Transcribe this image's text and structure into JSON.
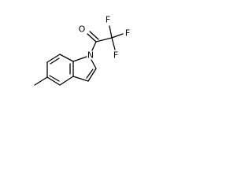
{
  "molecule": {
    "atoms": {
      "O": "O",
      "F1": "F",
      "F2": "F",
      "F3": "F",
      "N": "N"
    }
  }
}
